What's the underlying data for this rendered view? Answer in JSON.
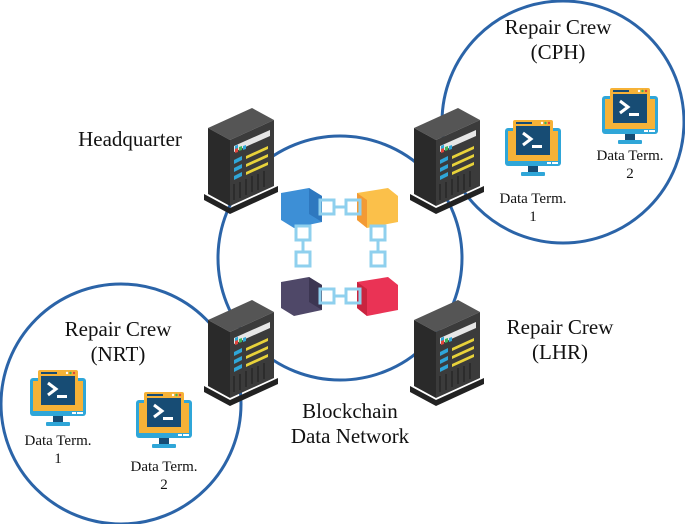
{
  "title": "Blockchain Data Network diagram",
  "colors": {
    "circle_stroke": "#2b64a8",
    "chain": "#8fd0ee",
    "block_blue": "#3d8fd6",
    "block_yellow": "#fbc04a",
    "block_purple": "#4f4868",
    "block_red": "#ea3355",
    "server_body": "#3a3a3a",
    "monitor_frame": "#2fa6d8",
    "monitor_screen": "#174c74",
    "monitor_window": "#f6b237"
  },
  "center": {
    "label_line1": "Blockchain",
    "label_line2": "Data Network"
  },
  "nodes": [
    {
      "id": "headquarter",
      "label_line1": "Headquarter",
      "label_line2": "",
      "icon": "server-icon"
    },
    {
      "id": "cph",
      "label_line1": "Repair Crew",
      "label_line2": "(CPH)",
      "icon": "server-icon"
    },
    {
      "id": "nrt",
      "label_line1": "Repair Crew",
      "label_line2": "(NRT)",
      "icon": "server-icon"
    },
    {
      "id": "lhr",
      "label_line1": "Repair Crew",
      "label_line2": "(LHR)",
      "icon": "server-icon"
    }
  ],
  "terminals": {
    "cph": [
      {
        "label_line1": "Data Term.",
        "label_line2": "1"
      },
      {
        "label_line1": "Data Term.",
        "label_line2": "2"
      }
    ],
    "nrt": [
      {
        "label_line1": "Data Term.",
        "label_line2": "1"
      },
      {
        "label_line1": "Data Term.",
        "label_line2": "2"
      }
    ]
  }
}
